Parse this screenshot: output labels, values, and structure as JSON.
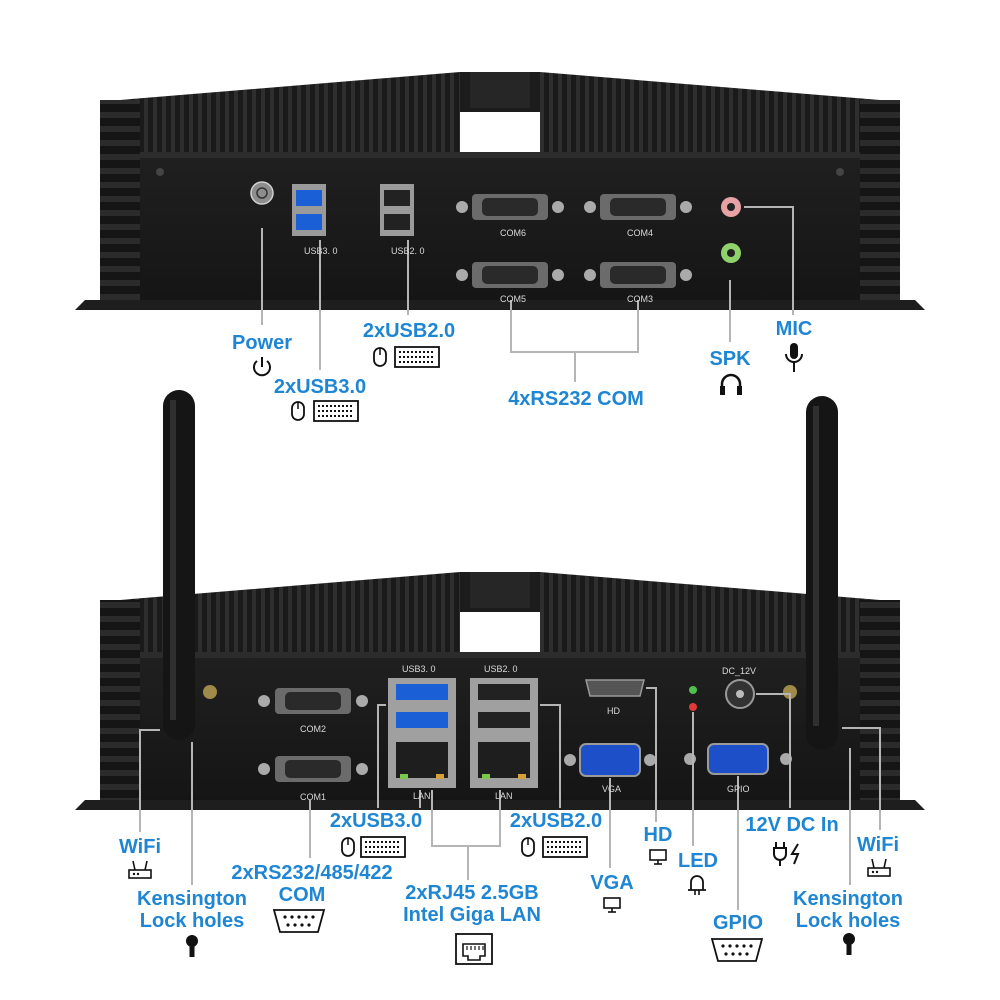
{
  "colors": {
    "accent": "#1f86d4",
    "chassis": "#1b1b1b",
    "leader": "#b5b5b5"
  },
  "top_panel": {
    "port_labels": {
      "usb30": "USB3. 0",
      "usb20": "USB2. 0",
      "com6": "COM6",
      "com4": "COM4",
      "com5": "COM5",
      "com3": "COM3"
    },
    "callouts": {
      "power": "Power",
      "usb20": "2xUSB2.0",
      "usb30": "2xUSB3.0",
      "com": "4xRS232 COM",
      "spk": "SPK",
      "mic": "MIC"
    }
  },
  "bottom_panel": {
    "port_labels": {
      "usb30": "USB3. 0",
      "usb20": "USB2. 0",
      "com2": "COM2",
      "com1": "COM1",
      "lan1": "LAN",
      "lan2": "LAN",
      "hd": "HD",
      "vga": "VGA",
      "gpio": "GPIO",
      "dc": "DC_12V"
    },
    "callouts": {
      "wifi_left": "WiFi",
      "kensington_left_1": "Kensington",
      "kensington_left_2": "Lock holes",
      "rs232_1": "2xRS232/485/422",
      "rs232_2": "COM",
      "usb30": "2xUSB3.0",
      "lan_1": "2xRJ45 2.5GB",
      "lan_2": "Intel Giga LAN",
      "usb20": "2xUSB2.0",
      "hd": "HD",
      "vga": "VGA",
      "led": "LED",
      "dc_in": "12V DC In",
      "gpio": "GPIO",
      "wifi_right": "WiFi",
      "kensington_right_1": "Kensington",
      "kensington_right_2": "Lock holes"
    }
  },
  "icons": [
    "power-icon",
    "mouse-icon",
    "keyboard-icon",
    "headphones-icon",
    "microphone-icon",
    "router-icon",
    "lock-icon",
    "serial-port-icon",
    "ethernet-icon",
    "monitor-icon",
    "led-bulb-icon",
    "dc-plug-icon"
  ]
}
